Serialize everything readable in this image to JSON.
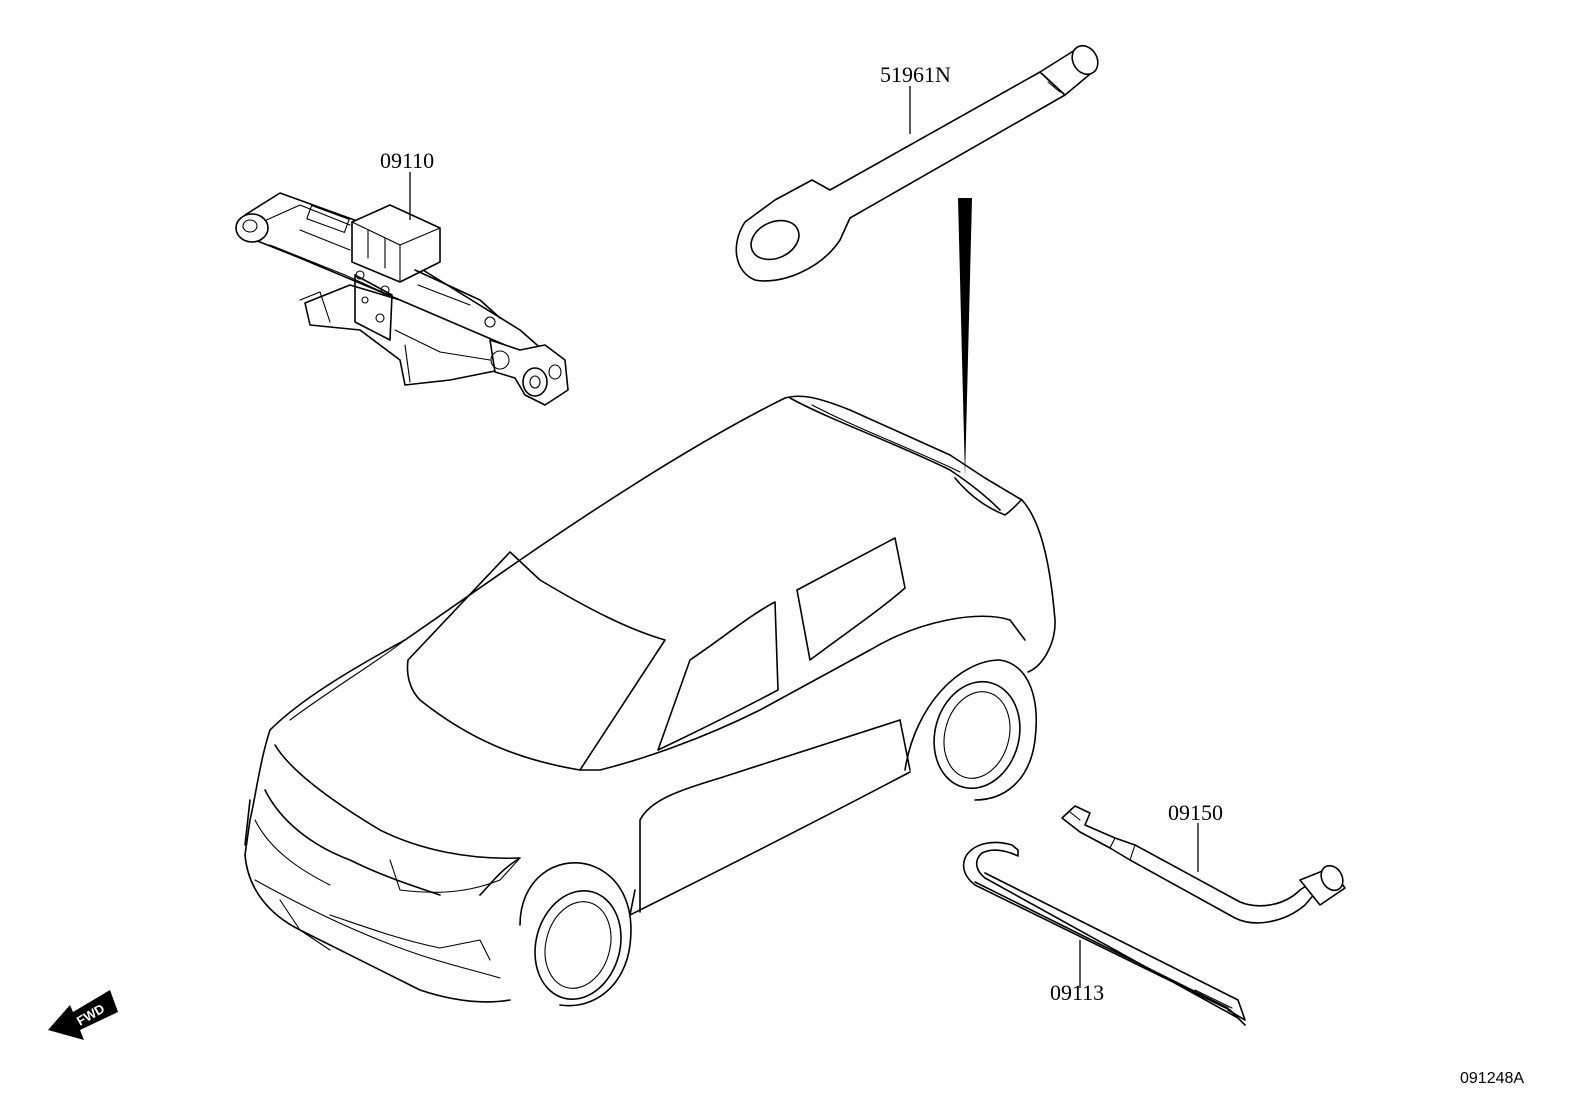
{
  "parts": {
    "jack": "09110",
    "rod": "51961N",
    "wrench": "09150",
    "handle": "09113"
  },
  "figure_code": "091248A",
  "direction_arrow": "FWD",
  "icons": {
    "direction": "fwd-arrow-icon"
  }
}
